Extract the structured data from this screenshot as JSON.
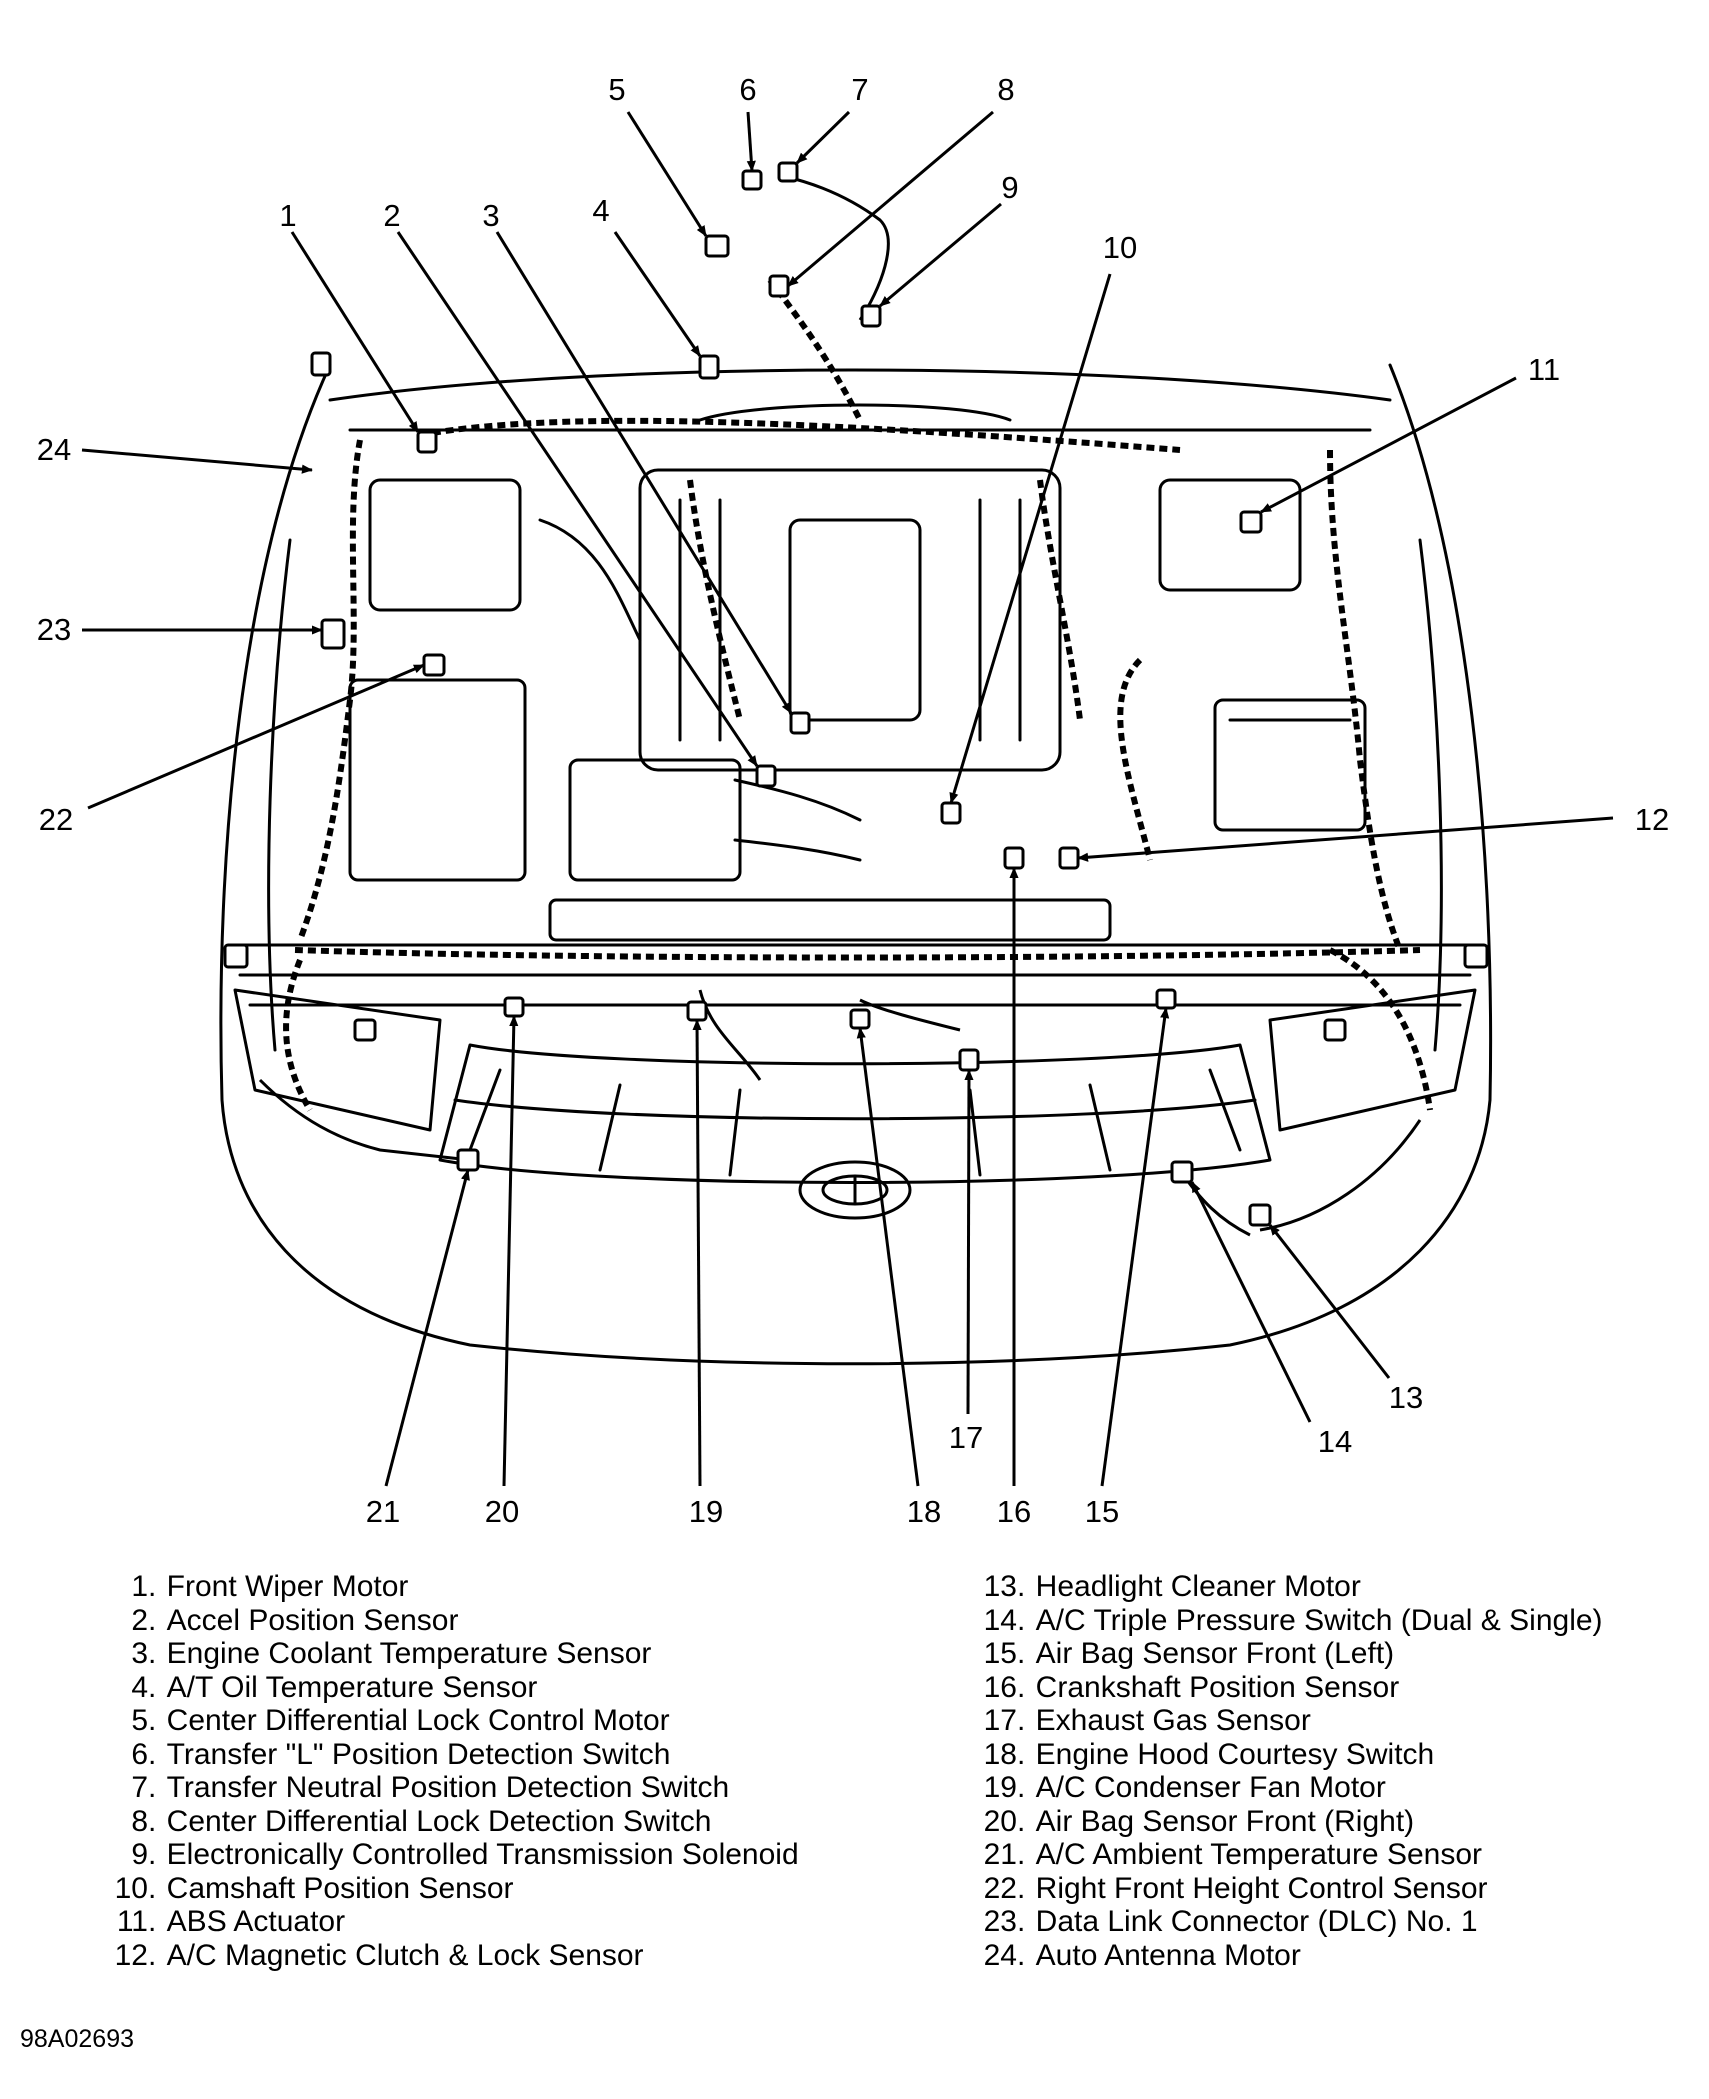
{
  "callouts": [
    {
      "n": "1",
      "label": "Front Wiper Motor"
    },
    {
      "n": "2",
      "label": "Accel Position Sensor"
    },
    {
      "n": "3",
      "label": "Engine Coolant Temperature Sensor"
    },
    {
      "n": "4",
      "label": "A/T Oil Temperature Sensor"
    },
    {
      "n": "5",
      "label": "Center Differential Lock Control Motor"
    },
    {
      "n": "6",
      "label": "Transfer \"L\" Position Detection Switch"
    },
    {
      "n": "7",
      "label": "Transfer Neutral Position Detection Switch"
    },
    {
      "n": "8",
      "label": "Center Differential Lock Detection Switch"
    },
    {
      "n": "9",
      "label": "Electronically Controlled Transmission Solenoid"
    },
    {
      "n": "10",
      "label": "Camshaft Position Sensor"
    },
    {
      "n": "11",
      "label": "ABS Actuator"
    },
    {
      "n": "12",
      "label": "A/C Magnetic Clutch & Lock Sensor"
    },
    {
      "n": "13",
      "label": "Headlight Cleaner Motor"
    },
    {
      "n": "14",
      "label": "A/C Triple Pressure Switch (Dual & Single)"
    },
    {
      "n": "15",
      "label": "Air Bag Sensor Front (Left)"
    },
    {
      "n": "16",
      "label": "Crankshaft Position Sensor"
    },
    {
      "n": "17",
      "label": "Exhaust Gas Sensor"
    },
    {
      "n": "18",
      "label": "Engine Hood Courtesy Switch"
    },
    {
      "n": "19",
      "label": "A/C Condenser Fan Motor"
    },
    {
      "n": "20",
      "label": "Air Bag Sensor Front (Right)"
    },
    {
      "n": "21",
      "label": "A/C Ambient Temperature Sensor"
    },
    {
      "n": "22",
      "label": "Right Front Height Control Sensor"
    },
    {
      "n": "23",
      "label": "Data Link Connector (DLC) No. 1"
    },
    {
      "n": "24",
      "label": "Auto Antenna Motor"
    }
  ],
  "figure_code": "98A02693",
  "colors": {
    "ink": "#000000",
    "paper": "#ffffff"
  }
}
